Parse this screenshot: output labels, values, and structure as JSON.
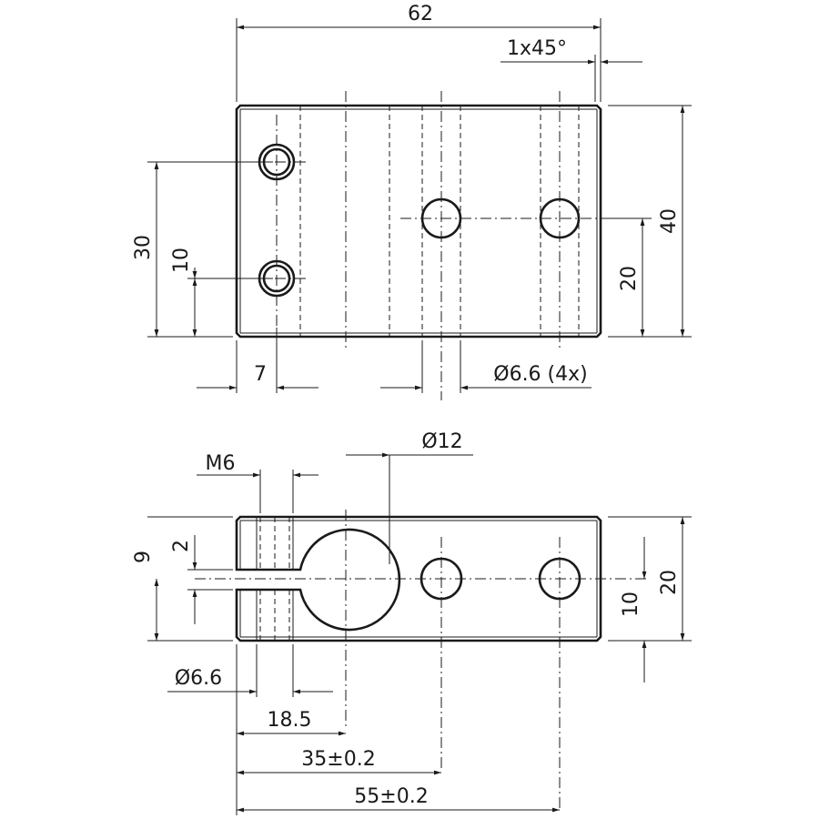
{
  "drawing": {
    "top_view": {
      "width_dim": "62",
      "chamfer_dim": "1x45°",
      "height_dim": "40",
      "hole_spacing_dim": "30",
      "hole_offset_dim": "10",
      "center_height_dim": "20",
      "edge_offset_dim": "7",
      "hole_dia_dim": "Ø6.6 (4x)"
    },
    "front_view": {
      "bore_dia_dim": "Ø12",
      "thread_dim": "M6",
      "slot_dim": "2",
      "slot_height_dim": "9",
      "height_dim": "20",
      "center_height_dim": "10",
      "hole_dia_dim": "Ø6.6",
      "bore_pos_dim": "18.5",
      "hole1_pos_dim": "35±0.2",
      "hole2_pos_dim": "55±0.2"
    }
  }
}
